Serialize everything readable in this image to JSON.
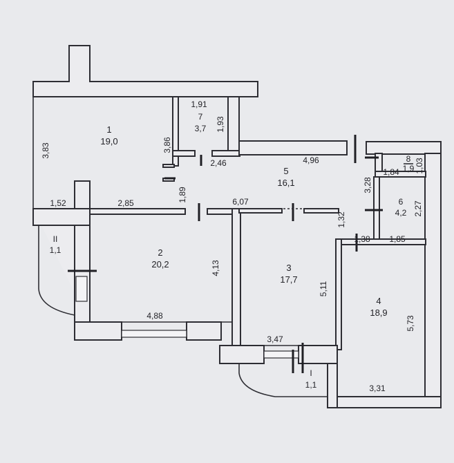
{
  "rooms": [
    {
      "number": "1",
      "area": "19,0"
    },
    {
      "number": "2",
      "area": "20,2"
    },
    {
      "number": "3",
      "area": "17,7"
    },
    {
      "number": "4",
      "area": "18,9"
    },
    {
      "number": "5",
      "area": "16,1"
    },
    {
      "number": "6",
      "area": "4,2"
    },
    {
      "number": "7",
      "area": "3,7"
    },
    {
      "number": "8",
      "area": "1,9"
    },
    {
      "number": "II",
      "area": "1,1"
    },
    {
      "number": "I",
      "area": "1,1"
    }
  ],
  "dimensions": {
    "d_383": "3,83",
    "d_386": "3,86",
    "d_191": "1,91",
    "d_193": "1,93",
    "d_246": "2,46",
    "d_496": "4,96",
    "d_184": "1,84",
    "d_103": "1,03",
    "d_328": "3,28",
    "d_227": "2,27",
    "d_189": "1,89",
    "d_152": "1,52",
    "d_285": "2,85",
    "d_607": "6,07",
    "d_132": "1,32",
    "d_138": "1,38",
    "d_185": "1,85",
    "d_413": "4,13",
    "d_511": "5,11",
    "d_573": "5,73",
    "d_488": "4,88",
    "d_347": "3,47",
    "d_331": "3,31"
  }
}
